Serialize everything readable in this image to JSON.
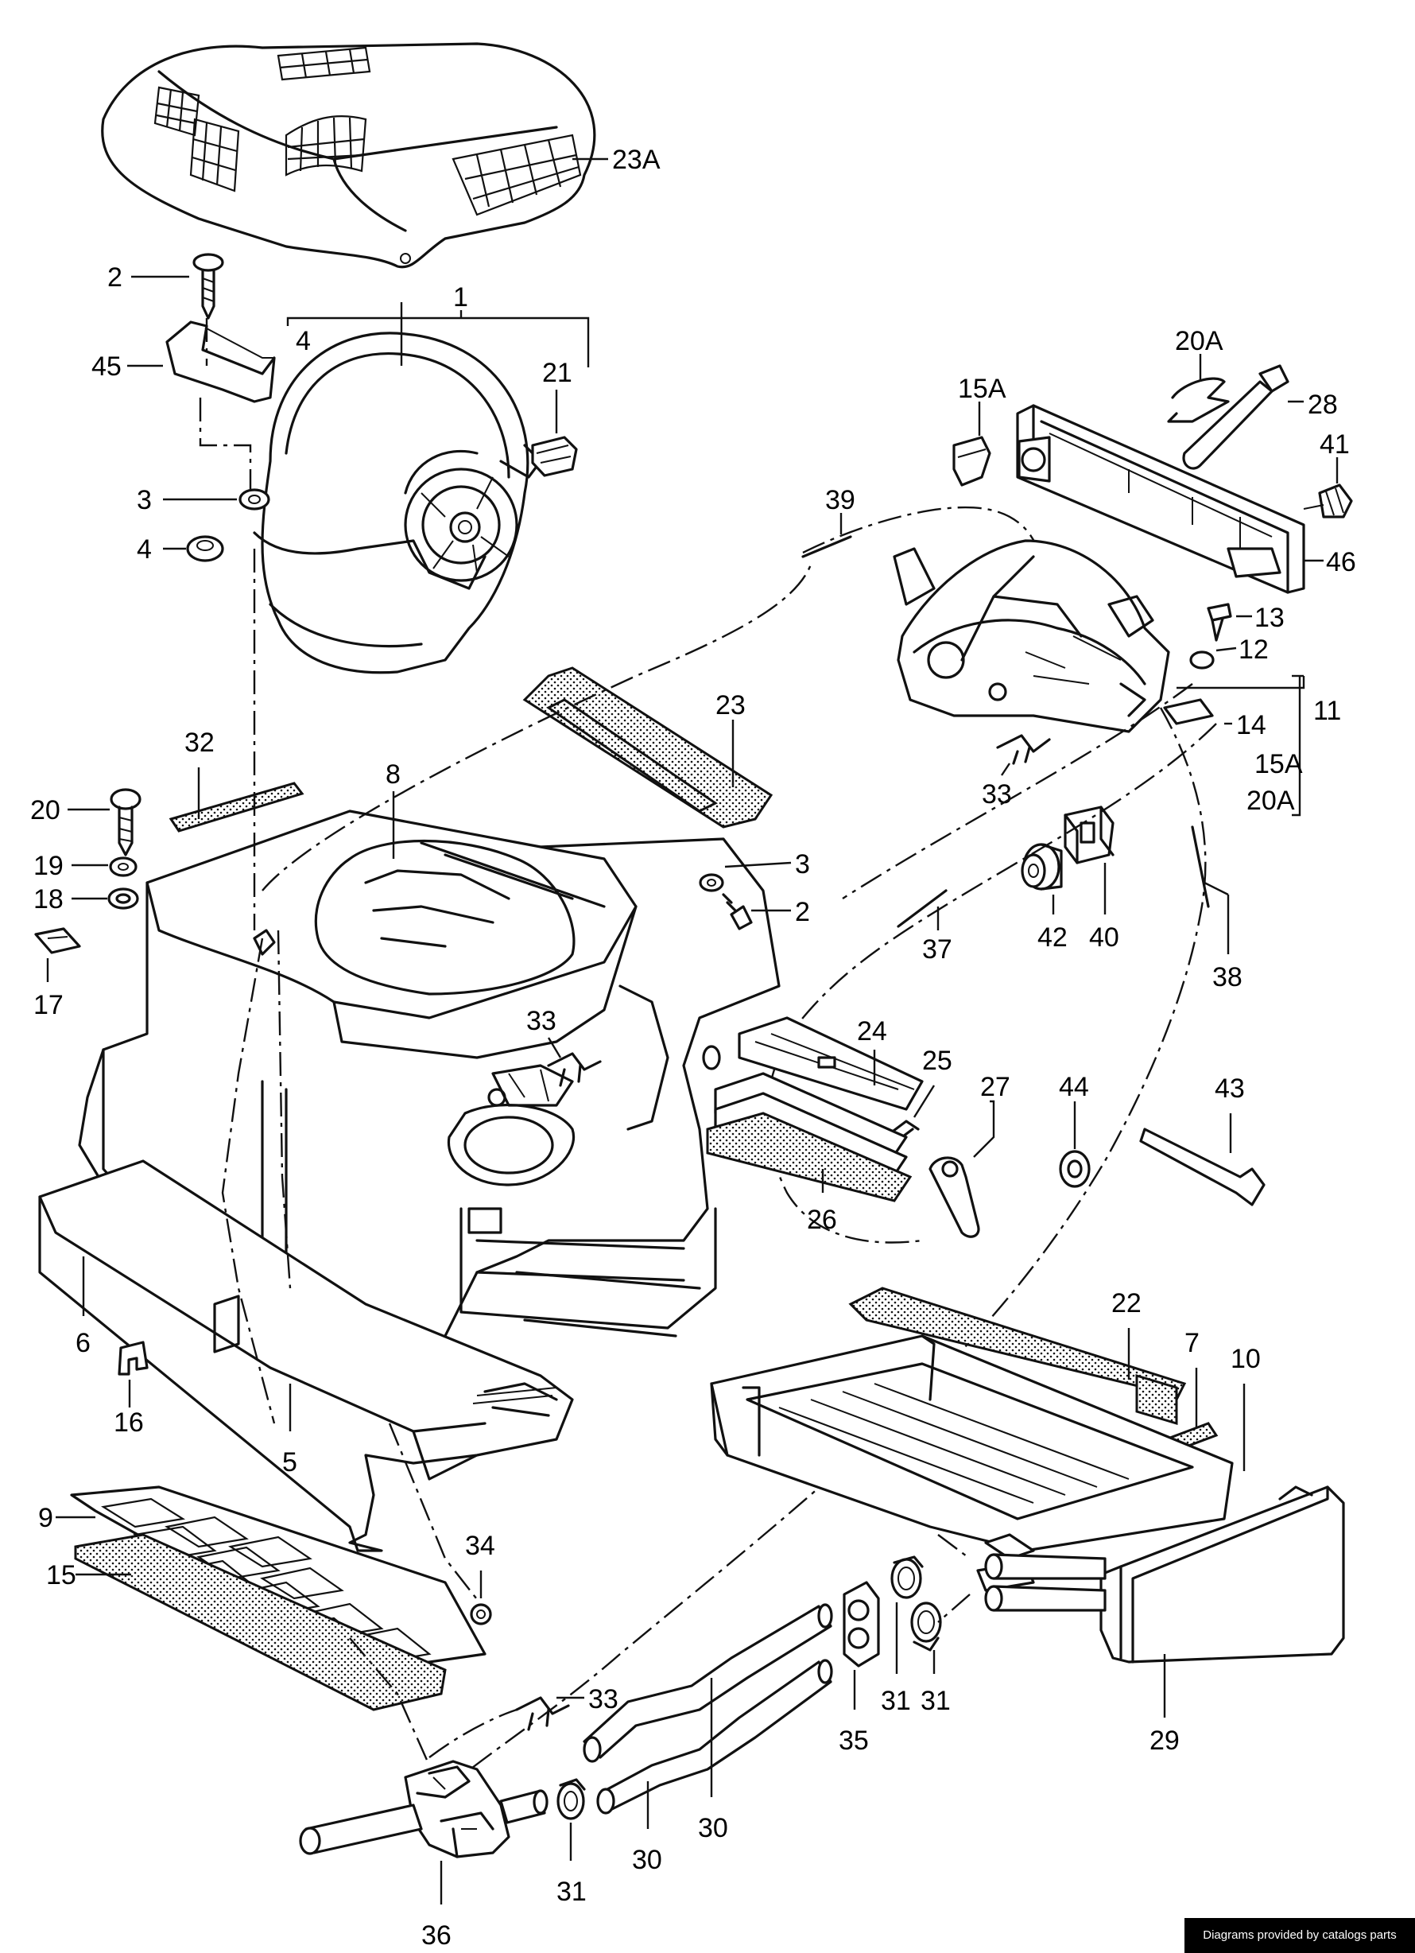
{
  "callouts": {
    "c_23a": "23A",
    "c_2_top": "2",
    "c_1": "1",
    "c_4_bracket": "4",
    "c_45": "45",
    "c_21": "21",
    "c_3_left": "3",
    "c_4_left": "4",
    "c_20a_top": "20A",
    "c_28": "28",
    "c_15a_top": "15A",
    "c_41": "41",
    "c_39": "39",
    "c_46": "46",
    "c_13": "13",
    "c_12": "12",
    "c_11": "11",
    "c_14": "14",
    "c_15a_right": "15A",
    "c_20a_right": "20A",
    "c_33_upper": "33",
    "c_23": "23",
    "c_32": "32",
    "c_8": "8",
    "c_20": "20",
    "c_19": "19",
    "c_18": "18",
    "c_17": "17",
    "c_3_mid": "3",
    "c_2_mid": "2",
    "c_40": "40",
    "c_42": "42",
    "c_37": "37",
    "c_38": "38",
    "c_33_mid": "33",
    "c_24": "24",
    "c_25": "25",
    "c_27": "27",
    "c_44": "44",
    "c_43": "43",
    "c_26": "26",
    "c_6": "6",
    "c_16": "16",
    "c_5": "5",
    "c_22": "22",
    "c_7": "7",
    "c_10": "10",
    "c_9": "9",
    "c_15": "15",
    "c_34": "34",
    "c_33_lower": "33",
    "c_35": "35",
    "c_31_a": "31",
    "c_31_b": "31",
    "c_29": "29",
    "c_30_a": "30",
    "c_30_b": "30",
    "c_31_c": "31",
    "c_36": "36"
  },
  "credit": "Diagrams provided by catalogs parts"
}
